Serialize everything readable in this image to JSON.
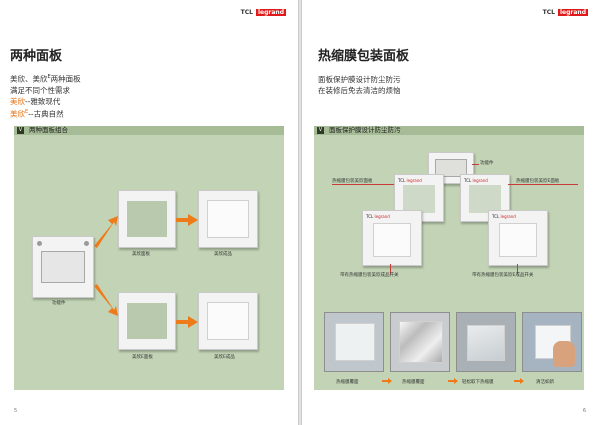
{
  "left_page": {
    "brand_tcl": "TCL",
    "brand_legrand": "legrand",
    "title": "两种面板",
    "desc_line1": "美欣、美欣",
    "desc_line1_sup": "E",
    "desc_line1_end": "两种面板",
    "desc_line2": "满足不同个性需求",
    "desc_line3_label": "美欣",
    "desc_line3_text": "--雅致现代",
    "desc_line4_label": "美欣",
    "desc_line4_sup": "E",
    "desc_line4_text": "--古典自然",
    "section_letter": "V",
    "section_title": "两种面板组合",
    "caption_base": "功能件",
    "caption_frame1": "美欣面板",
    "caption_done1": "美欣成品",
    "caption_frame2": "美欣E面板",
    "caption_done2": "美欣E成品",
    "page_number": "5"
  },
  "right_page": {
    "brand_tcl": "TCL",
    "brand_legrand": "legrand",
    "title": "热缩膜包装面板",
    "desc_line1": "面板保护膜设计防尘防污",
    "desc_line2": "在装修后免去清洁的烦恼",
    "section_letter": "V",
    "section_title": "面板保护膜设计防尘防污",
    "label_top": "功能件",
    "label_left": "热缩膜包装美欣面板",
    "label_right": "热缩膜包装美欣E面板",
    "label_bottom_left": "带有热缩膜包装美欣成品开关",
    "label_bottom_right": "带有热缩膜包装美欣E成品开关",
    "step1": "热缩膜覆面",
    "step2": "热缩膜覆面",
    "step3": "轻松取下热缩膜",
    "step4": "清洁如新",
    "page_number": "6",
    "plate_brand_tcl": "TCL",
    "plate_brand_legrand": "legrand"
  }
}
